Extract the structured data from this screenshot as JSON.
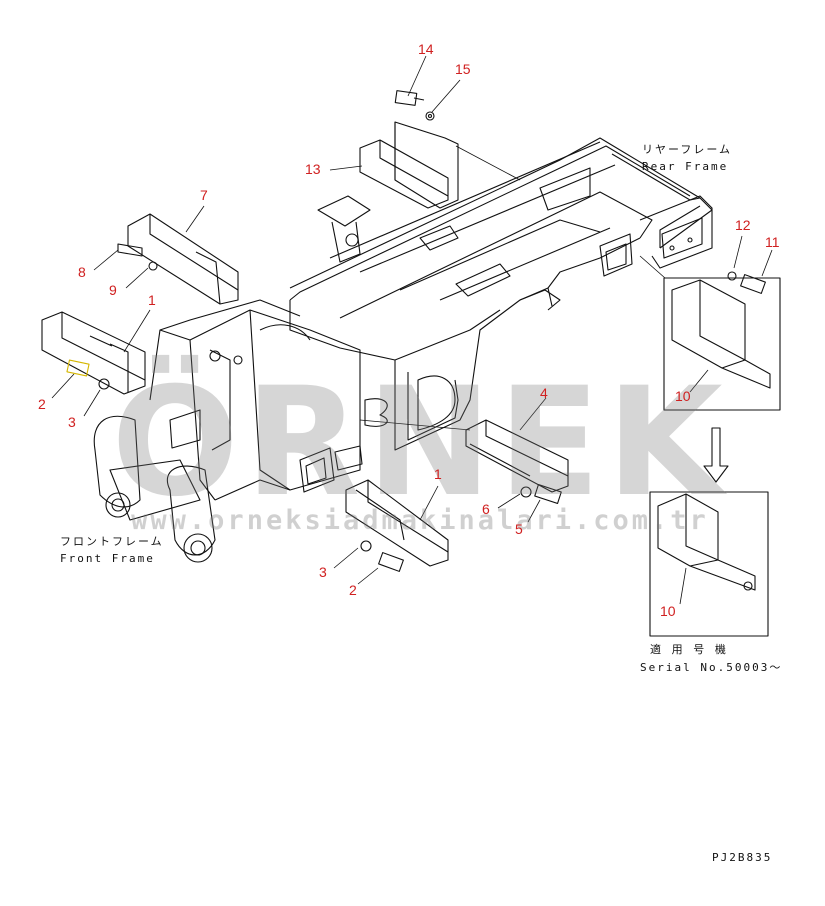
{
  "callouts": {
    "c14": "14",
    "c15": "15",
    "c13": "13",
    "c7": "7",
    "c8": "8",
    "c9": "9",
    "c1a": "1",
    "c2a": "2",
    "c3a": "3",
    "c4": "4",
    "c6": "6",
    "c5": "5",
    "c1b": "1",
    "c3b": "3",
    "c2b": "2",
    "c12": "12",
    "c11": "11",
    "c10a": "10",
    "c10b": "10"
  },
  "labels": {
    "rear_frame_jp": "リヤーフレーム",
    "rear_frame_en": "Rear Frame",
    "front_frame_jp": "フロントフレーム",
    "front_frame_en": "Front Frame",
    "serial_jp": "適 用 号 機",
    "serial_en": "Serial No.50003〜",
    "drawing_code": "PJ2B835"
  },
  "watermark": {
    "brand": "ÖRNEK",
    "url": "www.orneksiadmakinalari.com.tr"
  },
  "colors": {
    "line": "#111111",
    "callout": "#d02020",
    "watermark": "#9a9a9a"
  }
}
